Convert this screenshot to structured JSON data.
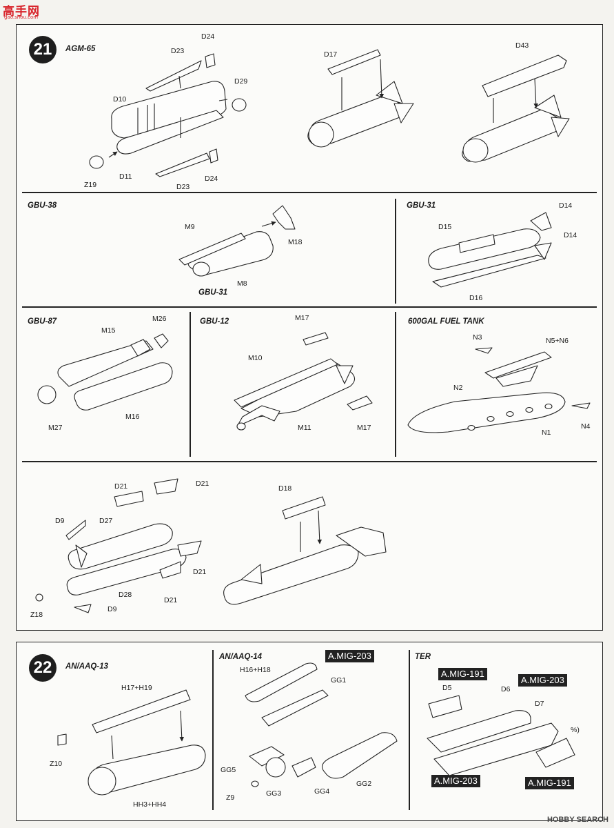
{
  "watermark": {
    "brand": "高手网",
    "url": "gao.shou.com"
  },
  "step21": {
    "number": "21",
    "sections": {
      "agm65": {
        "title": "AGM-65",
        "parts": [
          "D24",
          "D23",
          "D29",
          "D10",
          "D11",
          "Z19",
          "D23",
          "D24",
          "D17",
          "D43"
        ]
      },
      "gbu38": {
        "title": "GBU-38",
        "parts": [
          "M9",
          "M18",
          "M8"
        ],
        "caption": "GBU-31"
      },
      "gbu31": {
        "title": "GBU-31",
        "parts": [
          "D14",
          "D15",
          "D14",
          "D16"
        ]
      },
      "gbu87": {
        "title": "GBU-87",
        "parts": [
          "M26",
          "M15",
          "M27",
          "M16"
        ]
      },
      "gbu12": {
        "title": "GBU-12",
        "parts": [
          "M17",
          "M10",
          "M11",
          "M17"
        ]
      },
      "fueltank": {
        "title": "600GAL FUEL TANK",
        "parts": [
          "N3",
          "N5+N6",
          "N2",
          "N4",
          "N1"
        ]
      },
      "bottom": {
        "parts": [
          "D21",
          "D21",
          "D18",
          "D9",
          "D27",
          "D21",
          "D28",
          "D21",
          "Z18",
          "D9"
        ]
      }
    }
  },
  "step22": {
    "number": "22",
    "sections": {
      "anaaq13": {
        "title": "AN/AAQ-13",
        "parts": [
          "H17+H19",
          "Z10",
          "HH3+HH4"
        ]
      },
      "anaaq14": {
        "title": "AN/AAQ-14",
        "tag": "A.MIG-203",
        "parts": [
          "H16+H18",
          "GG1",
          "GG5",
          "Z9",
          "GG3",
          "GG4",
          "GG2"
        ]
      },
      "ter": {
        "title": "TER",
        "tags": [
          "A.MIG-191",
          "A.MIG-203",
          "A.MIG-203",
          "A.MIG-191"
        ],
        "parts": [
          "D5",
          "D6",
          "D7",
          "%)"
        ]
      }
    }
  },
  "footer": {
    "text": "HOBBY SEARCH"
  }
}
